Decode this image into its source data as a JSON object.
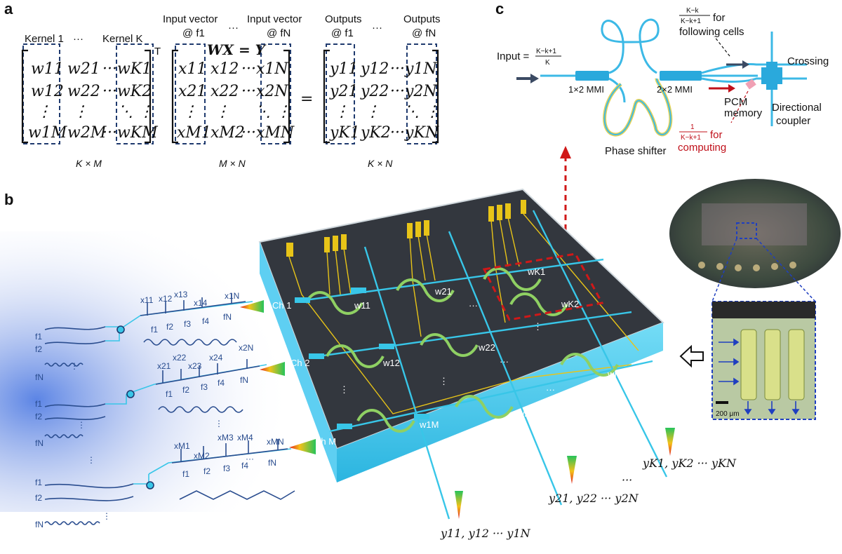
{
  "panels": {
    "a": "a",
    "b": "b",
    "c": "c"
  },
  "panel_a": {
    "kernel_first": "Kernel 1",
    "kernel_last": "Kernel K",
    "input_first": "Input vector",
    "input_first_sub": "@ f1",
    "input_last": "Input vector",
    "input_last_sub": "@ fN",
    "output_first": "Outputs",
    "output_first_sub": "@ f1",
    "output_last": "Outputs",
    "output_last_sub": "@ fN",
    "ellipsis": "···",
    "equation": "WX = Y",
    "transpose": "T",
    "equals": "=",
    "W_rows": [
      [
        "w11",
        "w21",
        "···wK1"
      ],
      [
        "w12",
        "w22",
        "···wK2"
      ],
      [
        "⋮",
        "⋮",
        "⋱  ⋮"
      ],
      [
        "w1M",
        "w2M",
        "···wKM"
      ]
    ],
    "X_rows": [
      [
        "x11",
        "x12",
        "···x1N"
      ],
      [
        "x21",
        "x22",
        "···x2N"
      ],
      [
        "⋮",
        "⋮",
        "⋱  ⋮"
      ],
      [
        "xM1",
        "xM2",
        "···xMN"
      ]
    ],
    "Y_rows": [
      [
        "y11",
        "y12",
        "···y1N"
      ],
      [
        "y21",
        "y22",
        "···y2N"
      ],
      [
        "⋮",
        "⋮",
        "⋱  ⋮"
      ],
      [
        "yK1",
        "yK2",
        "···yKN"
      ]
    ],
    "dim_W": "K × M",
    "dim_X": "M × N",
    "dim_Y": "K × N"
  },
  "panel_c": {
    "input_label": "Input =",
    "input_frac_num": "K−k+1",
    "input_frac_den": "K",
    "mmi_1x2": "1×2 MMI",
    "mmi_2x2": "2×2 MMI",
    "phase_shifter": "Phase shifter",
    "crossing": "Crossing",
    "pcm_memory_1": "PCM",
    "pcm_memory_2": "memory",
    "directional_1": "Directional",
    "directional_2": "coupler",
    "following_num": "K−k",
    "following_den": "K−k+1",
    "following_1": "for",
    "following_2": "following cells",
    "computing_num": "1",
    "computing_den": "K−k+1",
    "computing_1": "for",
    "computing_2": "computing"
  },
  "panel_b": {
    "channels": [
      "Ch 1",
      "Ch 2",
      "Ch M"
    ],
    "x_row1": [
      "x11",
      "x12",
      "x13",
      "x14",
      "x1N"
    ],
    "x_row2": [
      "x21",
      "x22",
      "x23",
      "x24",
      "x2N"
    ],
    "x_row3": [
      "xM1",
      "xM2",
      "xM3",
      "xM4",
      "xMN"
    ],
    "freqs": [
      "f1",
      "f2",
      "f3",
      "f4",
      "fN"
    ],
    "src_freqs": [
      "f1",
      "f2",
      "fN"
    ],
    "weights": [
      "w11",
      "w21",
      "wK1",
      "w12",
      "w22",
      "wK2",
      "w1M",
      "w2M",
      "wKM"
    ],
    "outputs": [
      "y11, y12 ··· y1N",
      "y21, y22 ··· y2N",
      "yK1, yK2 ··· yKN"
    ],
    "scale_bar": "200 μm",
    "ellipsis": "···",
    "vdots": "⋮"
  },
  "colors": {
    "waveguide": "#38c6e8",
    "electrode": "#e8c418",
    "chip_top": "#2c3138",
    "chip_edge": "#5fd3f3",
    "dash_blue": "#1f3a6e",
    "red": "#c0101a"
  }
}
